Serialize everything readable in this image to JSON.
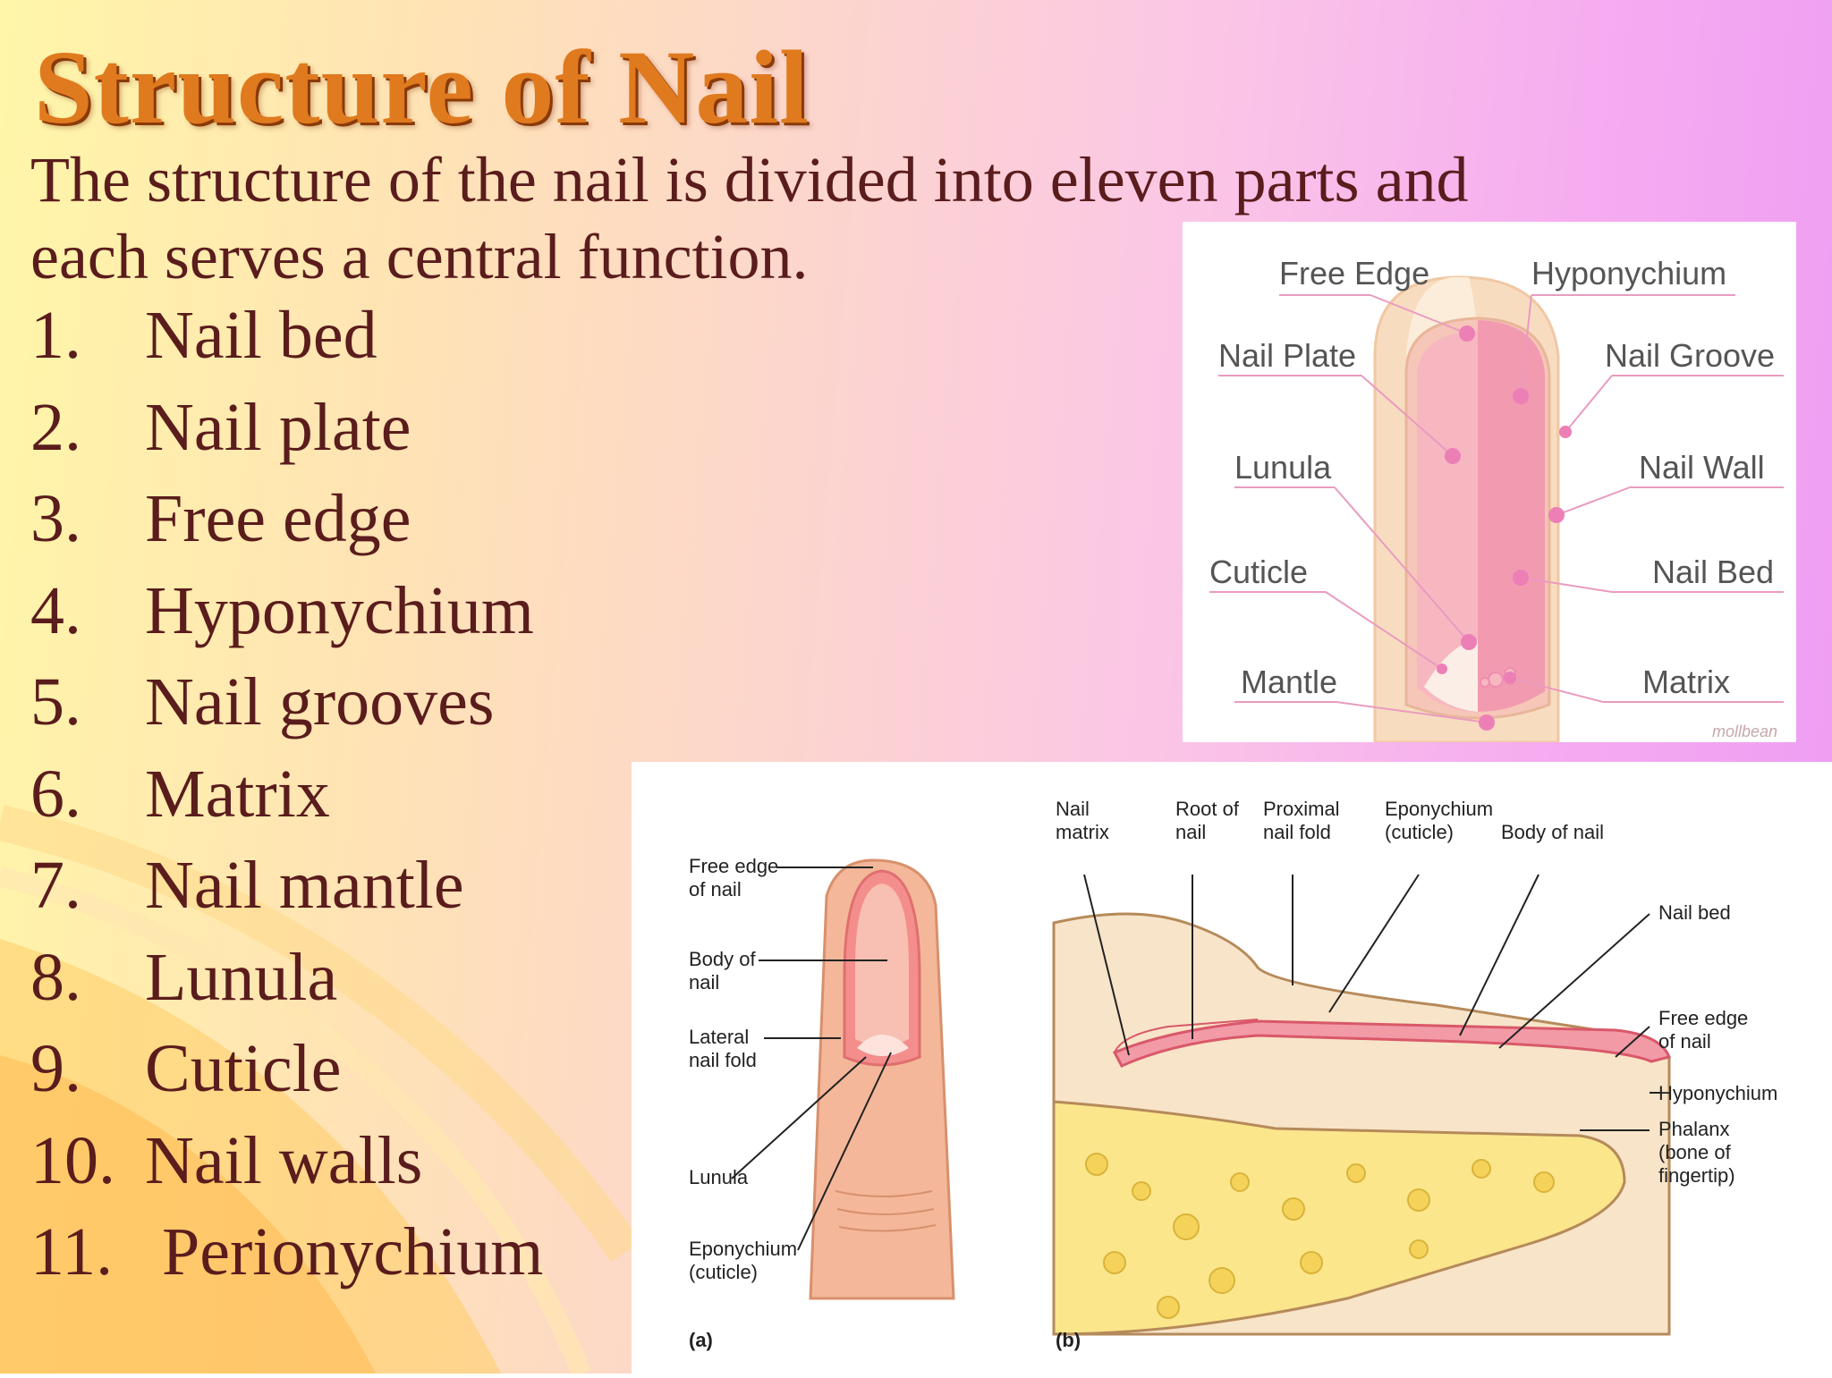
{
  "slide": {
    "title": "Structure of Nail",
    "intro_line1": "The structure of the nail is divided into eleven parts and",
    "intro_line2": "each serves a central function.",
    "parts": [
      {
        "num": "1.",
        "label": "Nail bed"
      },
      {
        "num": "2.",
        "label": "Nail plate"
      },
      {
        "num": "3.",
        "label": "Free edge"
      },
      {
        "num": "4.",
        "label": "Hyponychium"
      },
      {
        "num": "5.",
        "label": "Nail grooves"
      },
      {
        "num": "6.",
        "label": "Matrix"
      },
      {
        "num": "7.",
        "label": "Nail mantle"
      },
      {
        "num": "8.",
        "label": "Lunula"
      },
      {
        "num": "9.",
        "label": "Cuticle"
      },
      {
        "num": "10.",
        "label": "Nail walls"
      },
      {
        "num": "11.",
        "label": " Perionychium"
      }
    ]
  },
  "figure_top": {
    "labels": {
      "free_edge": "Free Edge",
      "hyponychium": "Hyponychium",
      "nail_plate": "Nail Plate",
      "nail_groove": "Nail Groove",
      "lunula": "Lunula",
      "nail_wall": "Nail Wall",
      "cuticle": "Cuticle",
      "nail_bed": "Nail Bed",
      "mantle": "Mantle",
      "matrix": "Matrix"
    },
    "signature": "mollbean"
  },
  "figure_bottom": {
    "panel_a": {
      "tag": "(a)",
      "free_edge_1": "Free edge",
      "free_edge_2": "of nail",
      "body_1": "Body of",
      "body_2": "nail",
      "lateral_1": "Lateral",
      "lateral_2": "nail fold",
      "lunula": "Lunula",
      "epony_1": "Eponychium",
      "epony_2": "(cuticle)"
    },
    "panel_b": {
      "tag": "(b)",
      "matrix_1": "Nail",
      "matrix_2": "matrix",
      "root_1": "Root of",
      "root_2": "nail",
      "prox_1": "Proximal",
      "prox_2": "nail fold",
      "epony_1": "Eponychium",
      "epony_2": "(cuticle)",
      "body": "Body of nail",
      "nail_bed": "Nail bed",
      "free_1": "Free edge",
      "free_2": "of nail",
      "hypo": "Hyponychium",
      "phal_1": "Phalanx",
      "phal_2": "(bone of",
      "phal_3": "fingertip)"
    }
  }
}
